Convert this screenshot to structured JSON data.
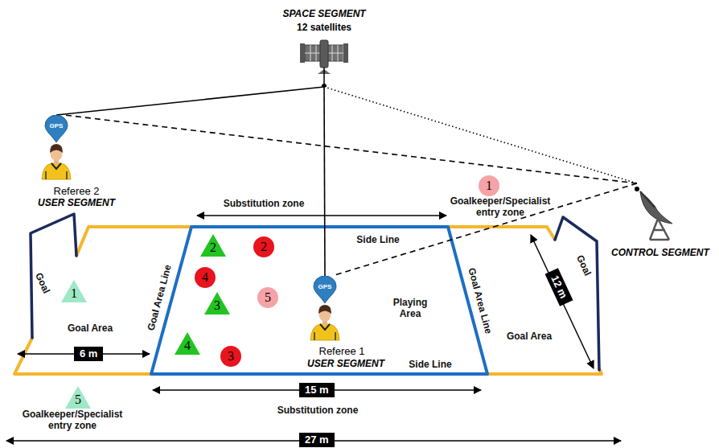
{
  "diagram": {
    "nodes": [
      {
        "text": [
          "SPACE SEGMENT",
          "12 satellites"
        ]
      },
      {
        "text": [
          "GPS",
          "Referee 2",
          "USER SEGMENT"
        ]
      },
      {
        "text": [
          "1"
        ]
      },
      {
        "text": [
          "CONTROL SEGMENT"
        ]
      },
      {
        "text": [
          "2"
        ]
      },
      {
        "text": [
          "2"
        ]
      },
      {
        "text": [
          "4"
        ]
      },
      {
        "text": [
          "1"
        ]
      },
      {
        "text": [
          "3"
        ]
      },
      {
        "text": [
          "5"
        ]
      },
      {
        "text": [
          "GPS",
          "Referee 1",
          "USER SEGMENT"
        ]
      },
      {
        "text": [
          "4"
        ]
      },
      {
        "text": [
          "3"
        ]
      },
      {
        "text": [
          "12 m"
        ]
      },
      {
        "text": [
          "6 m"
        ]
      },
      {
        "text": [
          "15 m"
        ]
      },
      {
        "text": [
          "5"
        ]
      },
      {
        "text": [
          "27 m"
        ]
      }
    ],
    "edges": [
      {
        "from": 0,
        "to": 1,
        "arrow": "none"
      },
      {
        "from": 0,
        "to": 10,
        "arrow": "none"
      },
      {
        "from": 0,
        "to": 3,
        "arrow": "none"
      },
      {
        "from": 3,
        "to": 1,
        "arrow": "none"
      },
      {
        "from": 3,
        "to": 10,
        "arrow": "none"
      }
    ],
    "labels": [
      "Substitution zone",
      "Goalkeeper/Specialist entry zone",
      "Side Line",
      "Goal",
      "Goal Area Line",
      "Goal",
      "Playing Area",
      "Goal Area Line",
      "Goal Area",
      "Goal Area",
      "Side Line",
      "Substitution zone",
      "Goalkeeper/Specialist entry zone"
    ]
  }
}
